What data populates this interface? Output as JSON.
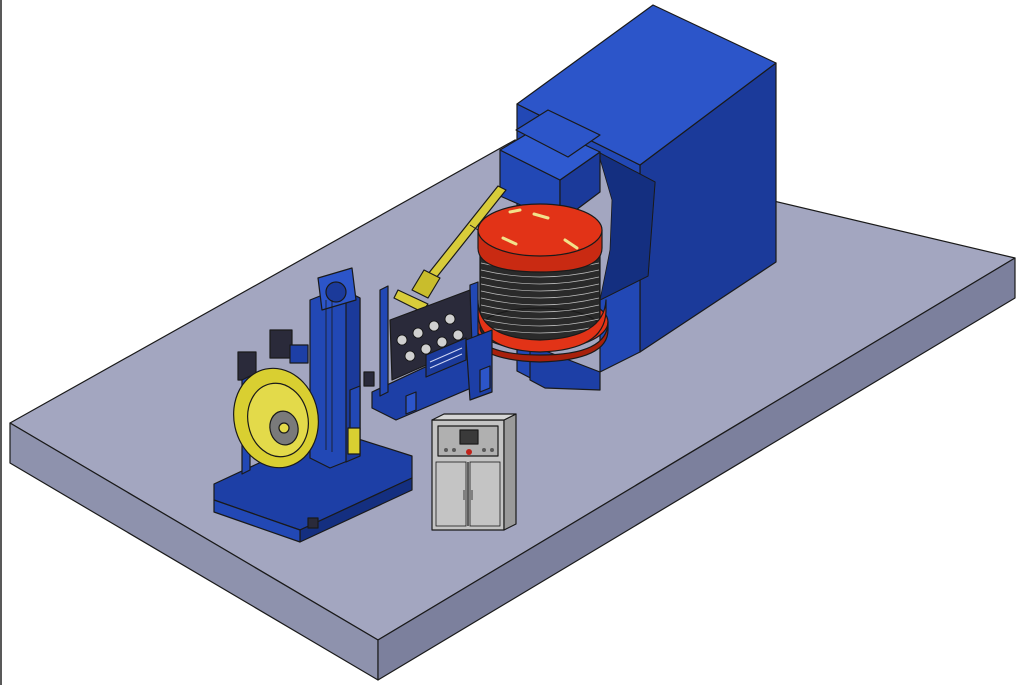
{
  "scene": {
    "description_visible_text": "",
    "colors": {
      "background": "#ffffff",
      "platform_top": "#a3a6c0",
      "platform_front": "#8e92ad",
      "platform_side": "#7c809d",
      "machine_blue": "#1d3fa6",
      "machine_blue_light": "#2c55c9",
      "machine_blue_dark": "#142f80",
      "turntable_red": "#e23317",
      "turntable_red_dark": "#a8200c",
      "coil_dark": "#2a2a2a",
      "arm_yellow": "#d8cc3a",
      "reel_yellow": "#d9cf31",
      "cabinet_gray": "#c4c4c4",
      "cabinet_dark": "#8f8f8f"
    },
    "components": [
      "platform",
      "press-frame",
      "turntable",
      "wire-coil",
      "feed-arm",
      "straightener-unit",
      "spool-reel",
      "control-cabinet"
    ]
  }
}
